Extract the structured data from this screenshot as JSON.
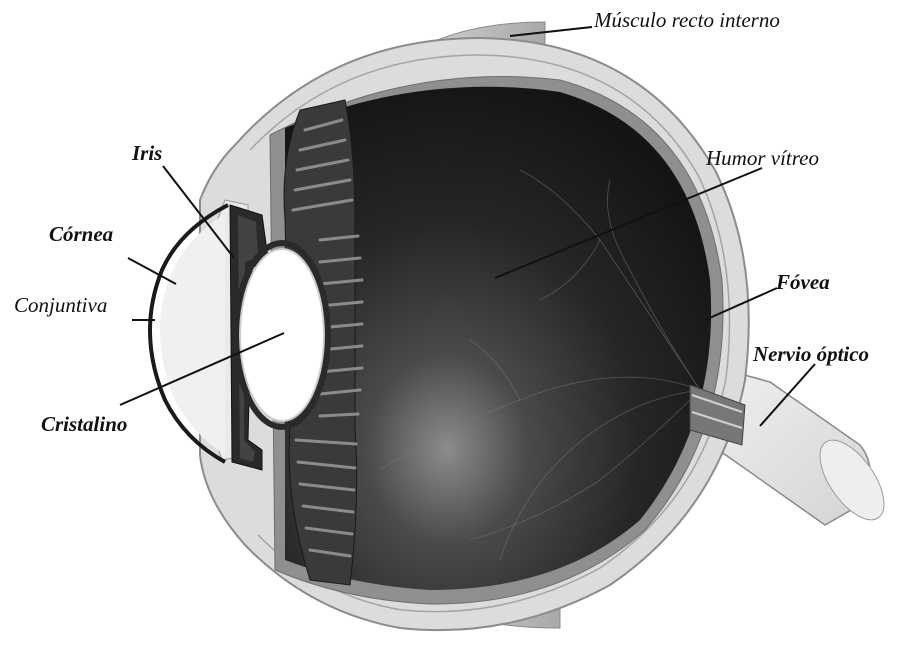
{
  "labels": {
    "musculo": "Músculo recto interno",
    "iris": "Iris",
    "cornea": "Córnea",
    "conjuntiva": "Conjuntiva",
    "cristalino": "Cristalino",
    "humor": "Humor vítreo",
    "fovea": "Fóvea",
    "nervio": "Nervio óptico"
  },
  "colors": {
    "background": "#ffffff",
    "sclera": "#dcdcdc",
    "vitreous": "#1f1f1f",
    "lens": "#ffffff",
    "leader": "#111111"
  }
}
